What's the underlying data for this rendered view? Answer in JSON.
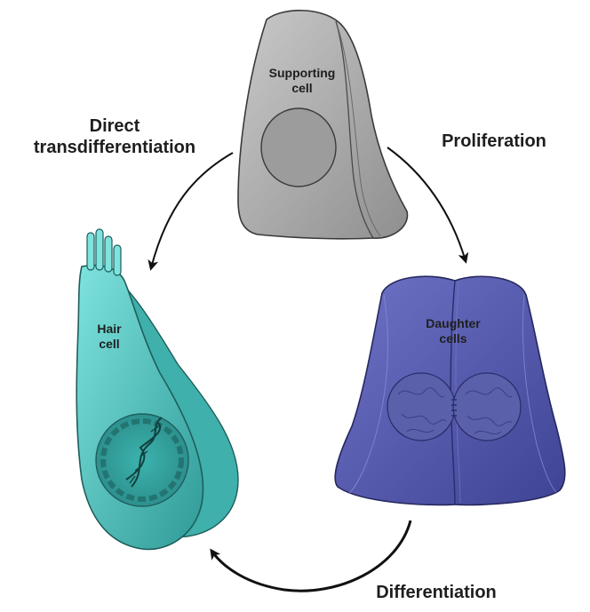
{
  "figure": {
    "supporting_cell": {
      "label_lines": [
        "Supporting",
        "cell"
      ],
      "color": "#a9a9a9"
    },
    "daughter_cells": {
      "label_lines": [
        "Daughter",
        "cells"
      ],
      "color": "#5a5fb0"
    },
    "hair_cell": {
      "label_lines": [
        "Hair",
        "cell"
      ],
      "color": "#5cc8c4"
    },
    "arrows": {
      "direct": {
        "label_lines": [
          "Direct",
          "transdifferentiation"
        ]
      },
      "proliferation": {
        "label_lines": [
          "Proliferation"
        ]
      },
      "differentiation": {
        "label_lines": [
          "Differentiation"
        ]
      }
    },
    "colors": {
      "outline": "#2a2a2a",
      "text": "#1e1e1e",
      "arrow": "#111111"
    }
  }
}
